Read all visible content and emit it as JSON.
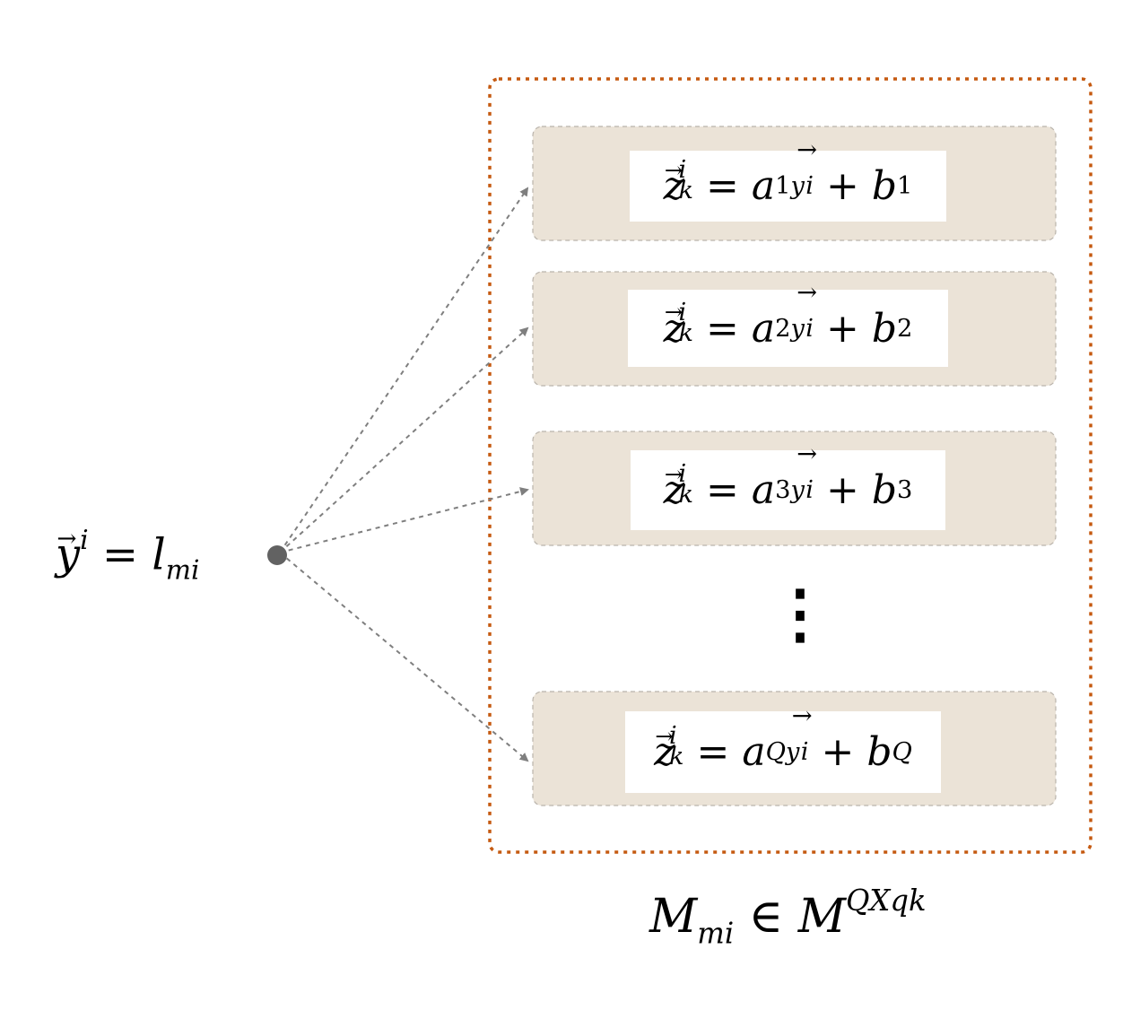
{
  "input_label": {
    "lhs_var": "y",
    "lhs_sup": "i",
    "rhs_var": "l",
    "rhs_sub": "mi"
  },
  "equations": [
    {
      "coef_sub": "1",
      "const_sub": "1"
    },
    {
      "coef_sub": "2",
      "const_sub": "2"
    },
    {
      "coef_sub": "3",
      "const_sub": "3"
    },
    {
      "coef_sub": "Q",
      "const_sub": "Q"
    }
  ],
  "equation_parts": {
    "lhs_var": "z",
    "lhs_sup": "i",
    "lhs_sub": "k",
    "equals": "=",
    "coef_var": "a",
    "vec_var": "y",
    "vec_sup": "i",
    "plus": "+",
    "const_var": "b"
  },
  "ellipsis": "⋮",
  "matrix_label": {
    "var": "M",
    "sub": "mi",
    "rel": "∈",
    "space": "M",
    "sup": "QXqk"
  },
  "colors": {
    "container_border": "#c55a11",
    "box_fill": "#ebe3d7",
    "box_border": "#b9b3ab",
    "arrow": "#7f7f7f",
    "node": "#626262"
  }
}
